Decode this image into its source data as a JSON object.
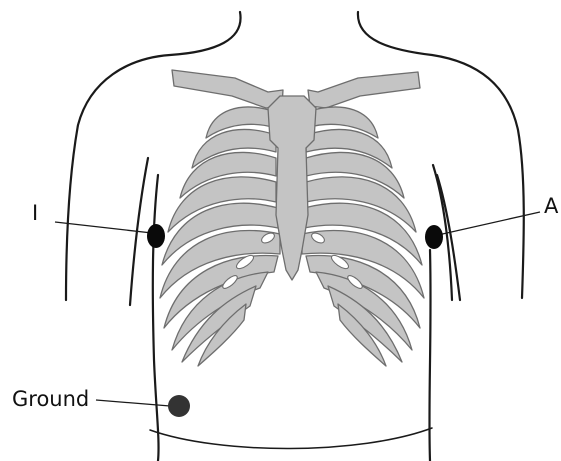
{
  "labels": {
    "left_electrode": "I",
    "right_electrode": "A",
    "ground_electrode": "Ground"
  },
  "colors": {
    "bone_fill": "#c4c4c4",
    "bone_stroke": "#6e6e6e",
    "outline": "#1a1a1a",
    "electrode": "#0a0a0a",
    "ground_electrode": "#333333"
  }
}
